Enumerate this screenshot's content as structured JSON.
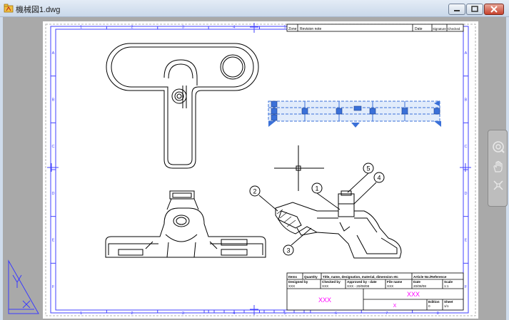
{
  "window": {
    "title": "機械図1.dwg"
  },
  "frame": {
    "columns": [
      "1",
      "2",
      "3",
      "4",
      "5",
      "6",
      "7",
      "8"
    ],
    "rows": [
      "A",
      "B",
      "C",
      "D",
      "E",
      "F"
    ]
  },
  "revision_header": {
    "zone": "Zone",
    "revision_note": "Revision note",
    "date": "Date",
    "signature": "Signature",
    "checked": "Checked"
  },
  "title_block": {
    "parts_header": {
      "items": "Items",
      "quantity": "Quantity",
      "title": "Title, name, designation, material, dimension etc",
      "article": "Article No./Reference"
    },
    "designed_by": {
      "label": "Designed by",
      "value": "XXX"
    },
    "checked_by": {
      "label": "Checked by",
      "value": "XXX"
    },
    "approved_by": {
      "label": "Approved by - date",
      "value": "XXX - 20/08/08"
    },
    "file_name": {
      "label": "File name",
      "value": "XXX"
    },
    "date": {
      "label": "Date",
      "value": "20/08/08"
    },
    "scale": {
      "label": "Scale",
      "value": "1:1"
    },
    "company": "XXX",
    "drawing_title": "XXX",
    "drawing_subtitle": "X",
    "edition": {
      "label": "Edition",
      "value": "0"
    },
    "sheet": {
      "label": "Sheet",
      "value": "1/1"
    }
  },
  "balloons": [
    "1",
    "2",
    "3",
    "4",
    "5"
  ],
  "colors": {
    "frame": "#4040ff",
    "title_text": "#ff00ff",
    "grip": "#3a70d8",
    "geometry": "#000000"
  },
  "navigation_bar": {
    "icons": [
      "steering-wheel-icon",
      "pan-icon",
      "zoom-extents-icon"
    ]
  }
}
